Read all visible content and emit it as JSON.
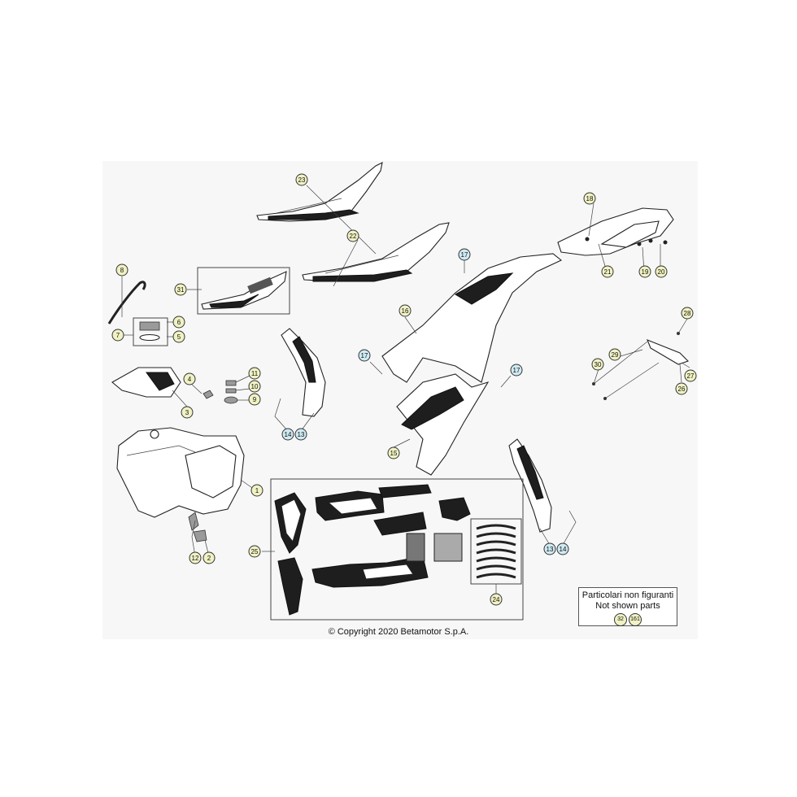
{
  "copyright": "© Copyright 2020 Betamotor S.p.A.",
  "legend": {
    "line1": "Particolari non figuranti",
    "line2": "Not shown parts",
    "parts": [
      "32",
      "161"
    ]
  },
  "colors": {
    "callout_fill": "#f1f2c4",
    "callout_fill_fastener": "#cfeaf2",
    "background_panel": "#f7f7f7"
  },
  "callouts": [
    {
      "label": "23",
      "kind": "part"
    },
    {
      "label": "22",
      "kind": "part"
    },
    {
      "label": "18",
      "kind": "part"
    },
    {
      "label": "8",
      "kind": "part"
    },
    {
      "label": "31",
      "kind": "part"
    },
    {
      "label": "17",
      "kind": "fastener"
    },
    {
      "label": "21",
      "kind": "part"
    },
    {
      "label": "19",
      "kind": "part"
    },
    {
      "label": "20",
      "kind": "part"
    },
    {
      "label": "6",
      "kind": "part"
    },
    {
      "label": "7",
      "kind": "part"
    },
    {
      "label": "5",
      "kind": "part"
    },
    {
      "label": "16",
      "kind": "part"
    },
    {
      "label": "28",
      "kind": "part"
    },
    {
      "label": "17",
      "kind": "fastener"
    },
    {
      "label": "17",
      "kind": "fastener"
    },
    {
      "label": "29",
      "kind": "part"
    },
    {
      "label": "30",
      "kind": "part"
    },
    {
      "label": "27",
      "kind": "part"
    },
    {
      "label": "26",
      "kind": "part"
    },
    {
      "label": "4",
      "kind": "part"
    },
    {
      "label": "11",
      "kind": "part"
    },
    {
      "label": "10",
      "kind": "part"
    },
    {
      "label": "9",
      "kind": "part"
    },
    {
      "label": "3",
      "kind": "part"
    },
    {
      "label": "14",
      "kind": "fastener"
    },
    {
      "label": "13",
      "kind": "fastener"
    },
    {
      "label": "15",
      "kind": "part"
    },
    {
      "label": "1",
      "kind": "part"
    },
    {
      "label": "13",
      "kind": "fastener"
    },
    {
      "label": "14",
      "kind": "fastener"
    },
    {
      "label": "25",
      "kind": "part"
    },
    {
      "label": "12",
      "kind": "part"
    },
    {
      "label": "2",
      "kind": "part"
    },
    {
      "label": "24",
      "kind": "part"
    }
  ]
}
